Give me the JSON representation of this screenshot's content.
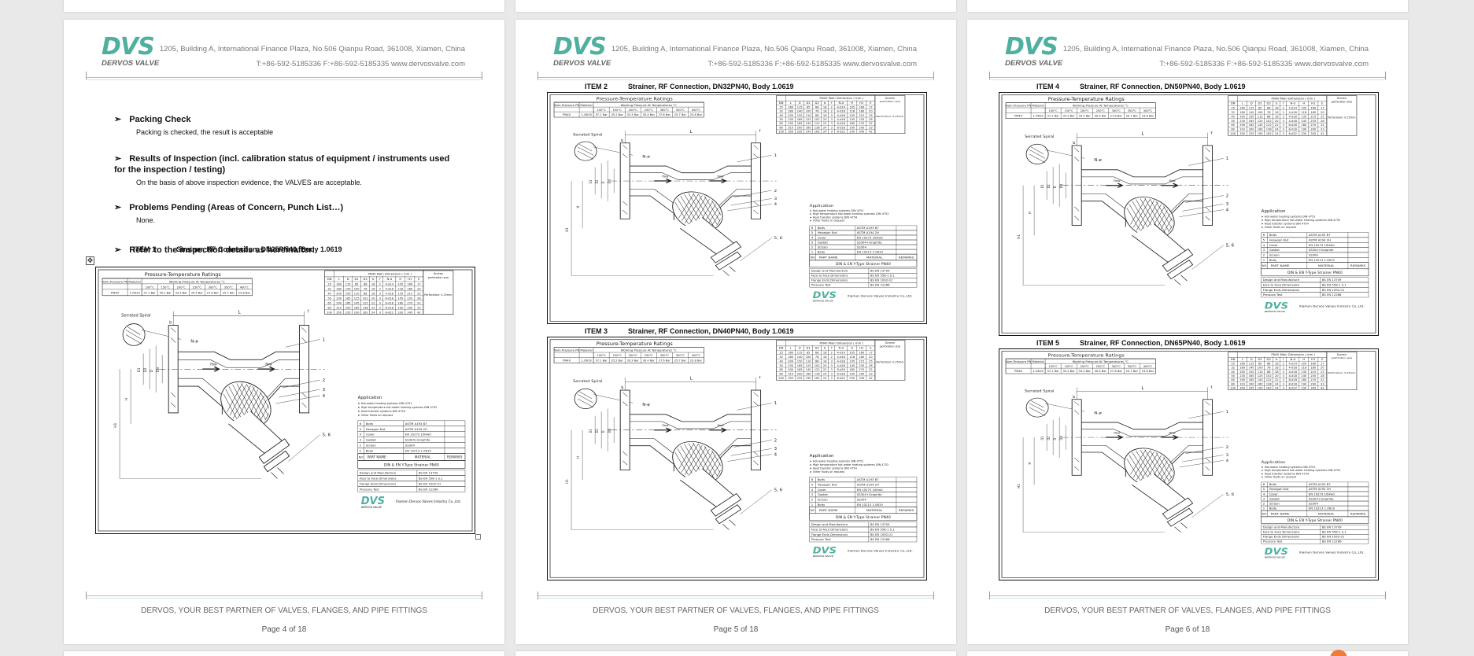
{
  "company": {
    "logo_mark": "DVS",
    "logo_name": "DERVOS VALVE",
    "address": "1205, Building A, International Finance Plaza, No.506 Qianpu Road, 361008, Xiamen, China",
    "contact": "T:+86-592-5185336   F:+86-592-5185335   www.dervosvalve.com",
    "footer_slogan": "DERVOS, YOUR BEST PARTNER OF VALVES, FLANGES, AND PIPE FITTINGS"
  },
  "pages": [
    {
      "page_label": "Page 4 of 18",
      "sections": [
        {
          "title": "Packing Check",
          "text": "Packing is checked, the result is acceptable"
        },
        {
          "title": "Results of Inspection (incl. calibration status of equipment / instruments used for the inspection / testing)",
          "text": "On the basis of above inspection evidence, the VALVES are acceptable."
        },
        {
          "title": "Problems Pending (Areas of Concern, Punch List…)",
          "text": "None."
        },
        {
          "title": "Refer to the inspection details as hereinafter:",
          "text": ""
        }
      ],
      "items": [
        {
          "num": "ITEM 1",
          "desc": "Strainer, RF Connection, DN25PN40, Body 1.0619"
        }
      ]
    },
    {
      "page_label": "Page 5 of 18",
      "items": [
        {
          "num": "ITEM 2",
          "desc": "Strainer, RF Connection, DN32PN40, Body 1.0619"
        },
        {
          "num": "ITEM 3",
          "desc": "Strainer, RF Connection, DN40PN40, Body 1.0619"
        }
      ]
    },
    {
      "page_label": "Page 6 of 18",
      "items": [
        {
          "num": "ITEM 4",
          "desc": "Strainer, RF Connection, DN50PN40, Body 1.0619"
        },
        {
          "num": "ITEM 5",
          "desc": "Strainer, RF Connection, DN65PN40, Body 1.0619"
        }
      ]
    }
  ],
  "drawing": {
    "pt_title": "Pressure-Temperature Ratings",
    "pt_head": [
      "Nom.Pressure PN",
      "Material",
      "Working Pressure At Temperatures °C"
    ],
    "pt_temps": [
      "100°C",
      "150°C",
      "200°C",
      "250°C",
      "300°C",
      "350°C",
      "400°C"
    ],
    "pt_row": [
      "PN40",
      "1.0619",
      "37.1 Bar",
      "35.2 Bar",
      "33.3 Bar",
      "30.4 Bar",
      "27.6 Bar",
      "25.7 Bar",
      "23.8 Bar"
    ],
    "dim_title": "PN40 Main Dimension ( mm )",
    "dim_cols": [
      "DN",
      "L",
      "D",
      "D1",
      "D2",
      "b",
      "f",
      "N-d",
      "H",
      "H1",
      "E"
    ],
    "dim_rows": [
      [
        "25",
        "160",
        "115",
        "85",
        "68",
        "18",
        "2",
        "4-d14",
        "105",
        "160",
        "17"
      ],
      [
        "32",
        "180",
        "140",
        "100",
        "78",
        "18",
        "2",
        "4-d18",
        "118",
        "180",
        "20"
      ],
      [
        "40",
        "200",
        "150",
        "110",
        "88",
        "18",
        "3",
        "4-d18",
        "135",
        "215",
        "25"
      ],
      [
        "50",
        "230",
        "165",
        "125",
        "102",
        "20",
        "3",
        "4-d18",
        "145",
        "235",
        "28"
      ],
      [
        "65",
        "290",
        "185",
        "145",
        "122",
        "22",
        "3",
        "8-d18",
        "180",
        "270",
        "32"
      ],
      [
        "80",
        "310",
        "200",
        "160",
        "138",
        "24",
        "3",
        "8-d18",
        "190",
        "290",
        "33"
      ],
      [
        "100",
        "350",
        "235",
        "190",
        "162",
        "24",
        "3",
        "8-d22",
        "230",
        "345",
        "42"
      ]
    ],
    "screen_label": "Screen perforation size",
    "screen_value": "Perforation: 0.25mm",
    "serrated": "Serrated Spiral",
    "flow": "flow",
    "nd": "N-ø",
    "L": "L",
    "f": "f",
    "b": "b",
    "H": "H",
    "H1": "H1",
    "E": "E",
    "callouts": [
      "1",
      "2",
      "3",
      "4",
      "5, 6"
    ],
    "app_title": "Application",
    "app_lines": [
      "Hot-water heating systems DIN 4751",
      "High temperature hot-water heating systems DIN 4752",
      "Heat transfer systems DIN 4754",
      "Other fluids on request"
    ],
    "parts": [
      [
        "6",
        "Bolts",
        "ASTM A193 B7"
      ],
      [
        "5",
        "Hexagon Nut",
        "ASTM A194 2H"
      ],
      [
        "4",
        "Cover",
        "EN 10273 10Hw0"
      ],
      [
        "3",
        "Gasket",
        "SS304+Graphite"
      ],
      [
        "2",
        "Screen",
        "SS304"
      ],
      [
        "1",
        "Body",
        "EN 10213 1.0619"
      ]
    ],
    "parts_head": [
      "NO",
      "PART NAME",
      "MATERIAL",
      "REMARKS"
    ],
    "std_title": "DIN & EN Y-Type Strainer PN40",
    "std_rows": [
      [
        "Design and Manufacture",
        "BS EN 13709"
      ],
      [
        "Face to Face Dimensions",
        "BS EN 558-1 S.1"
      ],
      [
        "Flange Ends Dimensions",
        "BS EN 1092-01"
      ],
      [
        "Pressure Test",
        "BS EN 12266"
      ]
    ],
    "maker": "Xiamen Dervos Valves Industry Co.,Ltd."
  }
}
